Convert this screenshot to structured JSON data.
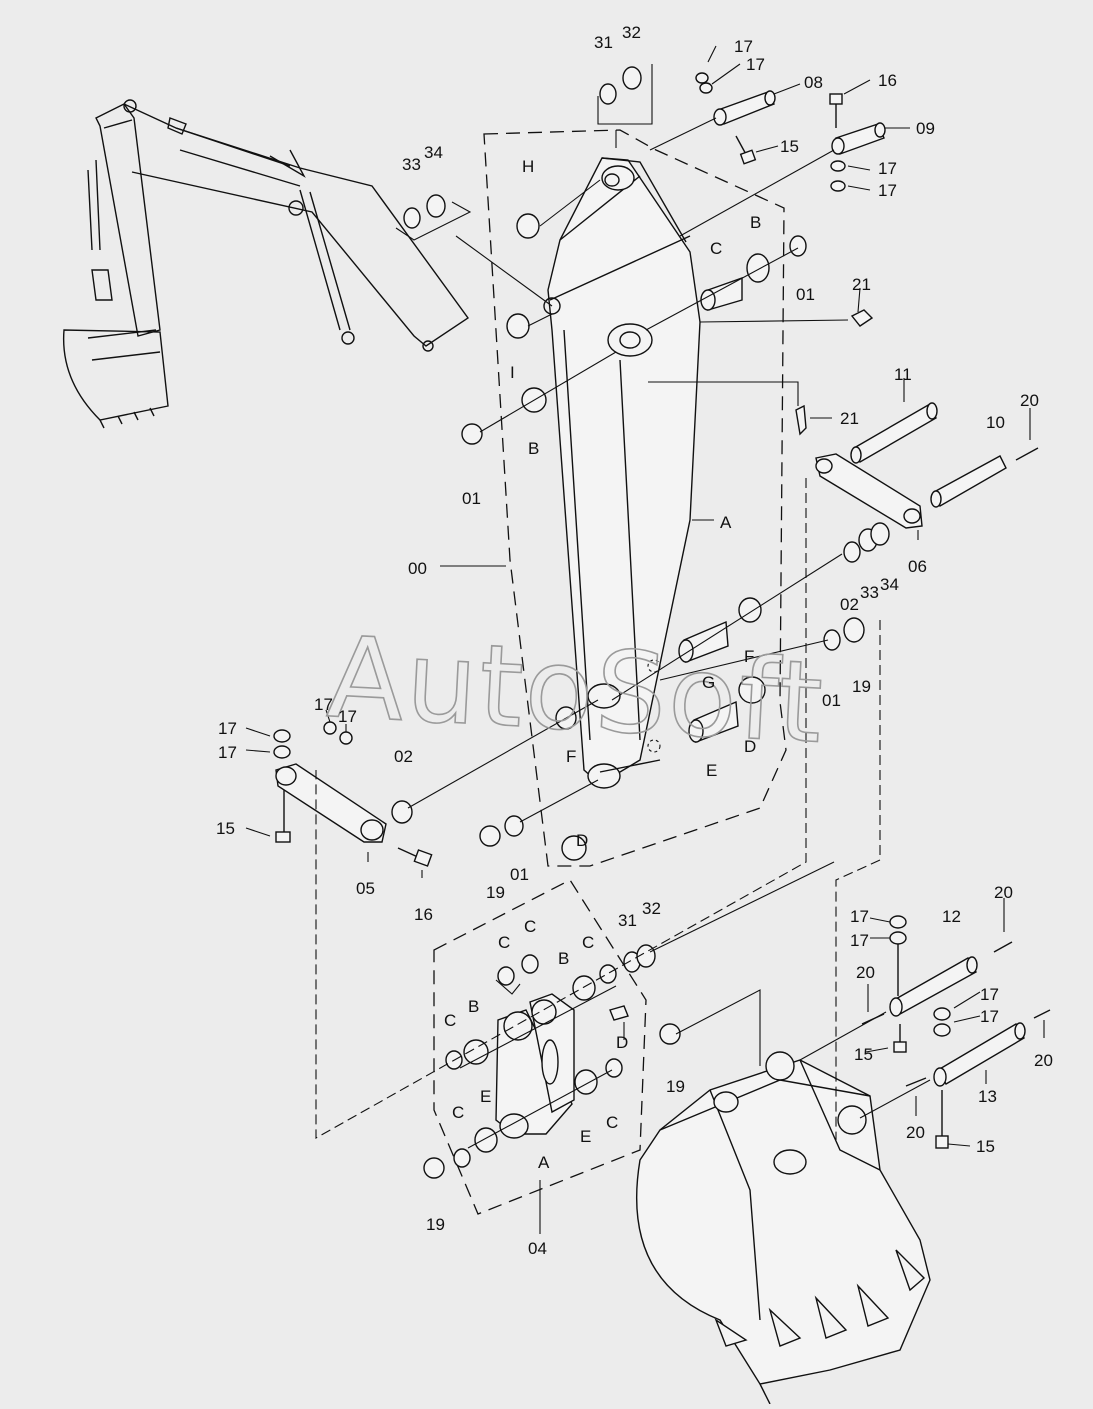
{
  "watermark": "AutoSoft",
  "callouts": [
    {
      "id": "c1",
      "text": "31"
    },
    {
      "id": "c2",
      "text": "32"
    },
    {
      "id": "c3",
      "text": "17"
    },
    {
      "id": "c4",
      "text": "17"
    },
    {
      "id": "c5",
      "text": "08"
    },
    {
      "id": "c6",
      "text": "16"
    },
    {
      "id": "c7",
      "text": "09"
    },
    {
      "id": "c8",
      "text": "15"
    },
    {
      "id": "c9",
      "text": "33"
    },
    {
      "id": "c10",
      "text": "34"
    },
    {
      "id": "c11",
      "text": "H"
    },
    {
      "id": "c12",
      "text": "17"
    },
    {
      "id": "c13",
      "text": "17"
    },
    {
      "id": "c14",
      "text": "B"
    },
    {
      "id": "c15",
      "text": "C"
    },
    {
      "id": "c16",
      "text": "01"
    },
    {
      "id": "c17",
      "text": "21"
    },
    {
      "id": "c18",
      "text": "I"
    },
    {
      "id": "c19",
      "text": "B"
    },
    {
      "id": "c20",
      "text": "01"
    },
    {
      "id": "c21",
      "text": "21"
    },
    {
      "id": "c22",
      "text": "11"
    },
    {
      "id": "c23",
      "text": "10"
    },
    {
      "id": "c24",
      "text": "20"
    },
    {
      "id": "c25",
      "text": "A"
    },
    {
      "id": "c26",
      "text": "00"
    },
    {
      "id": "c27",
      "text": "06"
    },
    {
      "id": "c28",
      "text": "02"
    },
    {
      "id": "c29",
      "text": "33"
    },
    {
      "id": "c30",
      "text": "34"
    },
    {
      "id": "c31",
      "text": "F"
    },
    {
      "id": "c32",
      "text": "G"
    },
    {
      "id": "c33",
      "text": "01"
    },
    {
      "id": "c34",
      "text": "19"
    },
    {
      "id": "c35",
      "text": "D"
    },
    {
      "id": "c36",
      "text": "E"
    },
    {
      "id": "c37",
      "text": "17"
    },
    {
      "id": "c38",
      "text": "17"
    },
    {
      "id": "c39",
      "text": "17"
    },
    {
      "id": "c40",
      "text": "17"
    },
    {
      "id": "c41",
      "text": "02"
    },
    {
      "id": "c42",
      "text": "F"
    },
    {
      "id": "c43",
      "text": "15"
    },
    {
      "id": "c44",
      "text": "D"
    },
    {
      "id": "c45",
      "text": "05"
    },
    {
      "id": "c46",
      "text": "16"
    },
    {
      "id": "c47",
      "text": "19"
    },
    {
      "id": "c48",
      "text": "01"
    },
    {
      "id": "c49",
      "text": "31"
    },
    {
      "id": "c50",
      "text": "32"
    },
    {
      "id": "c51",
      "text": "C"
    },
    {
      "id": "c52",
      "text": "C"
    },
    {
      "id": "c53",
      "text": "C"
    },
    {
      "id": "c54",
      "text": "B"
    },
    {
      "id": "c55",
      "text": "17"
    },
    {
      "id": "c56",
      "text": "12"
    },
    {
      "id": "c57",
      "text": "20"
    },
    {
      "id": "c58",
      "text": "17"
    },
    {
      "id": "c59",
      "text": "C"
    },
    {
      "id": "c60",
      "text": "B"
    },
    {
      "id": "c61",
      "text": "D"
    },
    {
      "id": "c62",
      "text": "20"
    },
    {
      "id": "c63",
      "text": "17"
    },
    {
      "id": "c64",
      "text": "17"
    },
    {
      "id": "c65",
      "text": "15"
    },
    {
      "id": "c66",
      "text": "19"
    },
    {
      "id": "c67",
      "text": "20"
    },
    {
      "id": "c68",
      "text": "C"
    },
    {
      "id": "c69",
      "text": "E"
    },
    {
      "id": "c70",
      "text": "E"
    },
    {
      "id": "c71",
      "text": "C"
    },
    {
      "id": "c72",
      "text": "13"
    },
    {
      "id": "c73",
      "text": "20"
    },
    {
      "id": "c74",
      "text": "19"
    },
    {
      "id": "c75",
      "text": "A"
    },
    {
      "id": "c76",
      "text": "15"
    },
    {
      "id": "c77",
      "text": "04"
    }
  ]
}
